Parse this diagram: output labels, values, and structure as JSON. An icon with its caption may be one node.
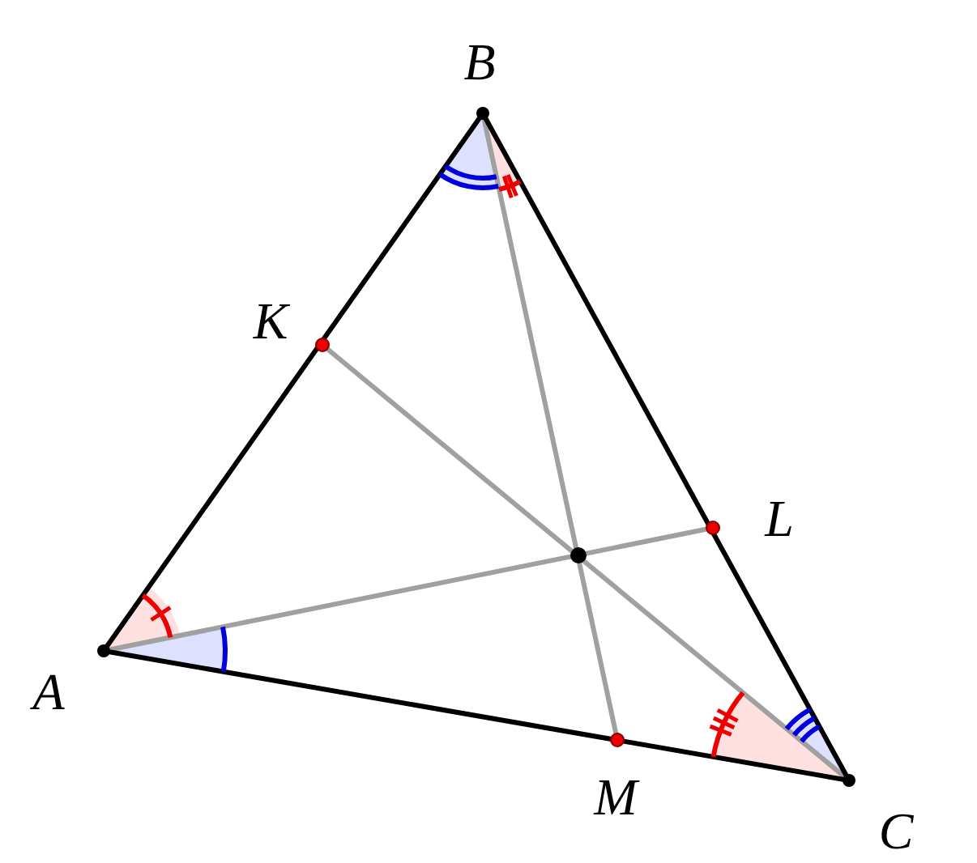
{
  "diagram": {
    "labels": [
      "B",
      "K",
      "L",
      "A",
      "M",
      "C"
    ]
  }
}
